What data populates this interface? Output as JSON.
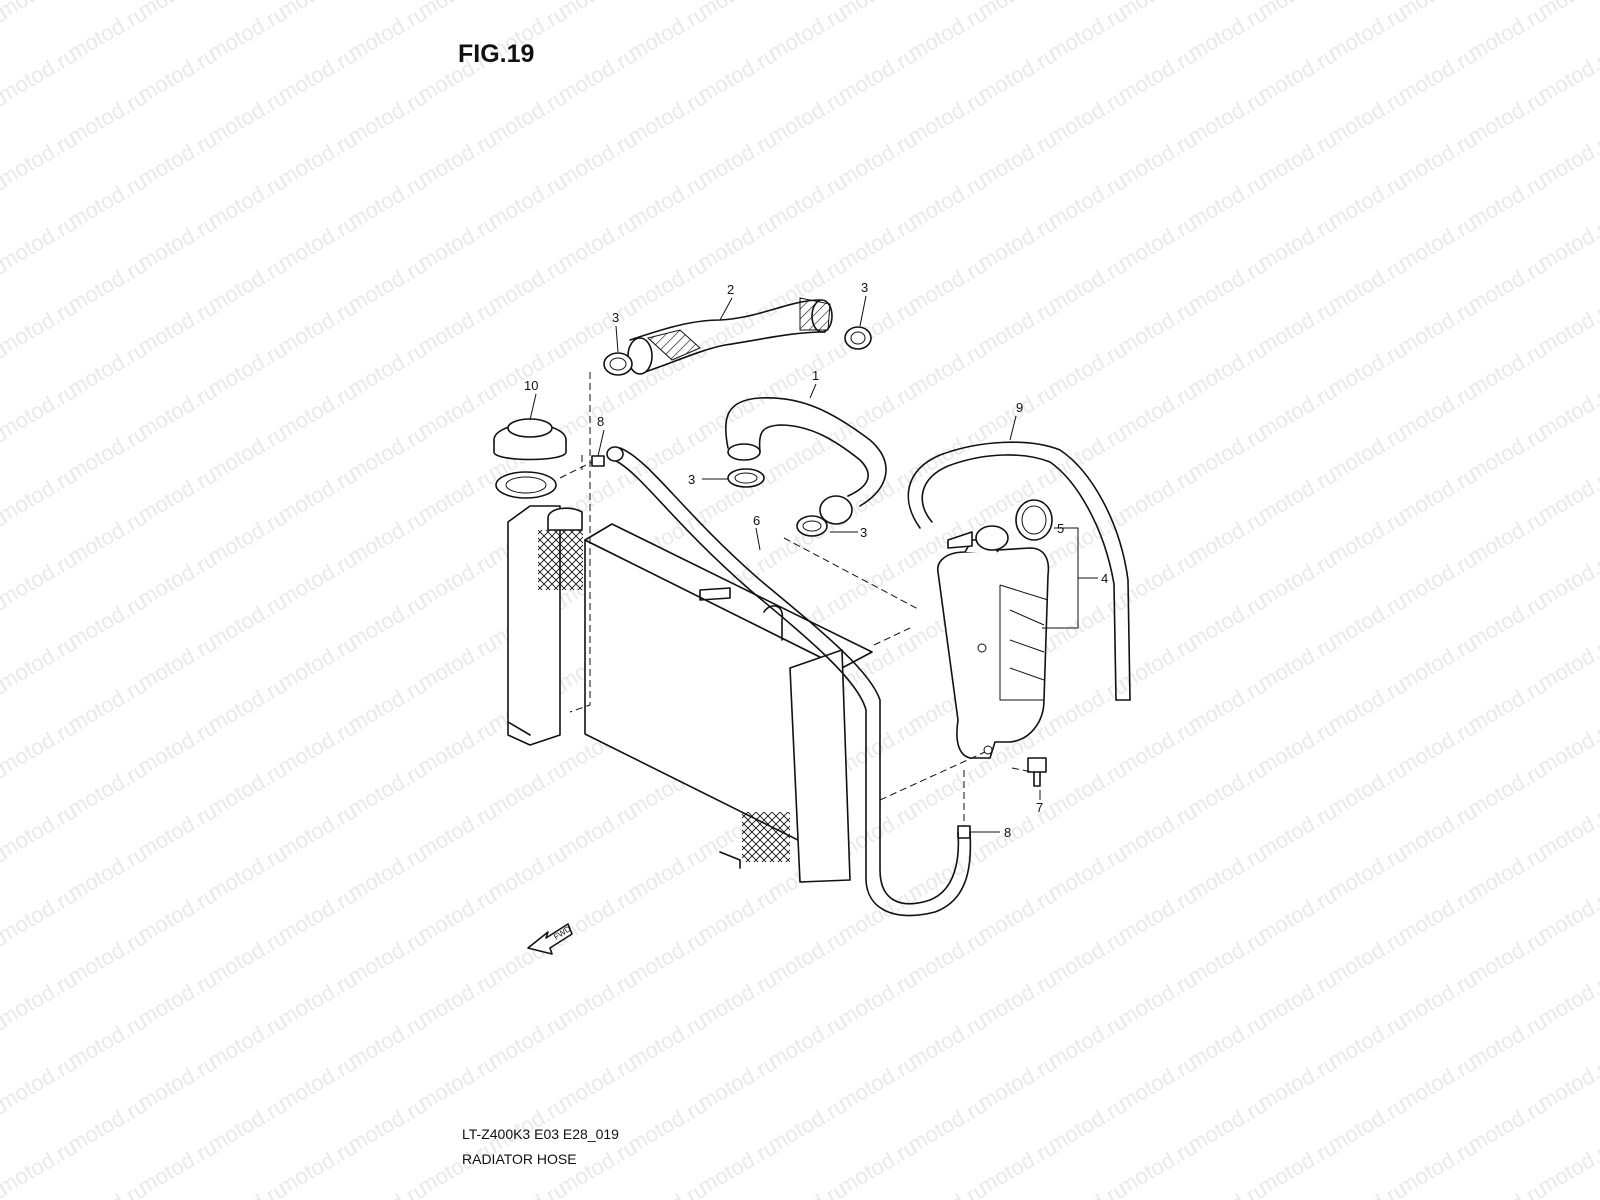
{
  "figure": {
    "title": "FIG.19",
    "code": "LT-Z400K3 E03 E28_019",
    "name": "RADIATOR HOSE"
  },
  "watermark": "motod.ru",
  "direction_marker": "FWD",
  "callouts": [
    "1",
    "2",
    "3",
    "3",
    "3",
    "3",
    "4",
    "5",
    "6",
    "7",
    "8",
    "8",
    "9",
    "10"
  ]
}
